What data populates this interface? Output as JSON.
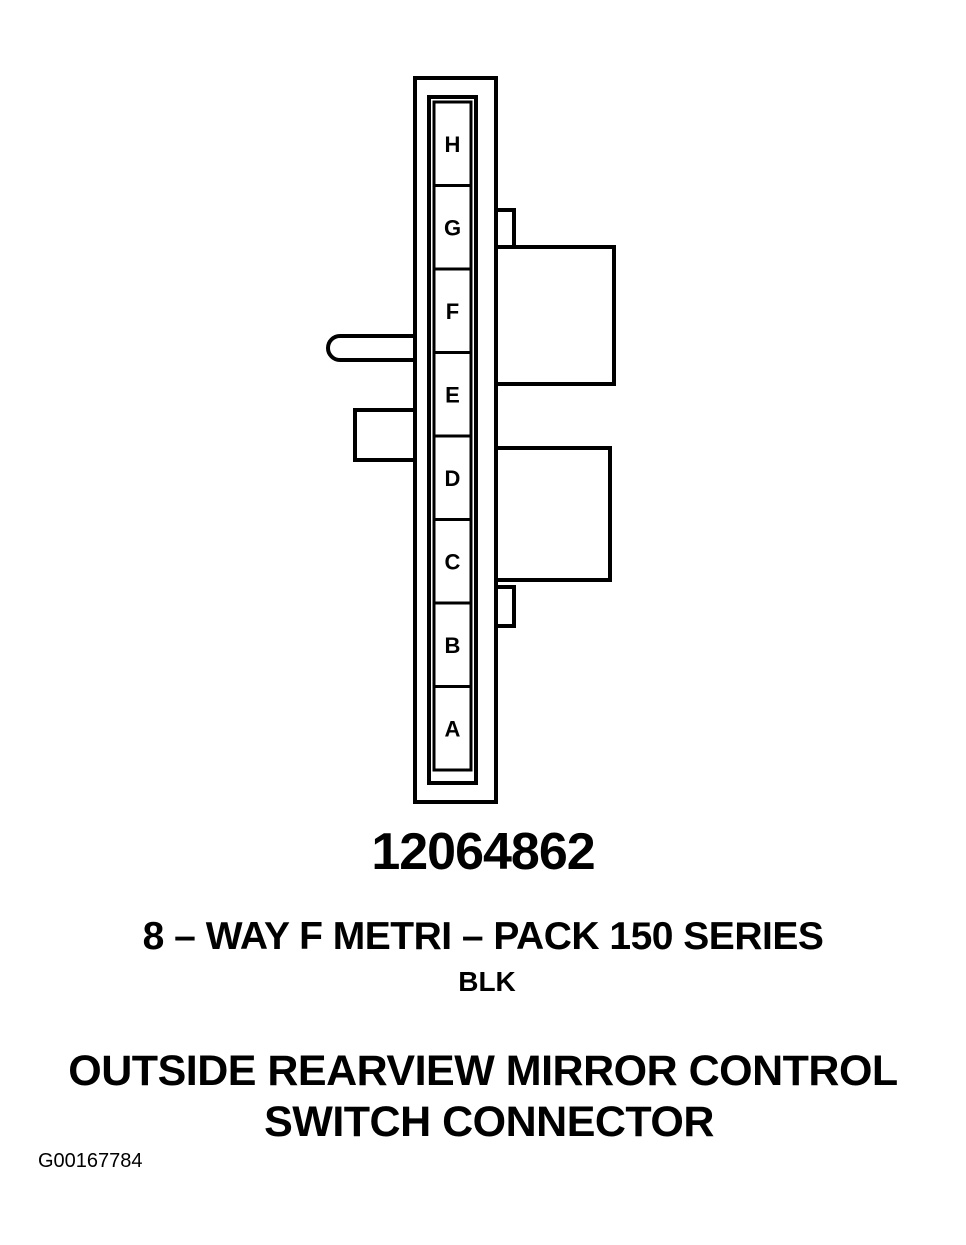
{
  "connector": {
    "pins": [
      "H",
      "G",
      "F",
      "E",
      "D",
      "C",
      "B",
      "A"
    ]
  },
  "part_number": "12064862",
  "description": "8 – WAY F METRI – PACK 150 SERIES",
  "color_code": "BLK",
  "title": {
    "line1": "OUTSIDE REARVIEW MIRROR CONTROL",
    "line2": "SWITCH CONNECTOR"
  },
  "image_id": "G00167784"
}
